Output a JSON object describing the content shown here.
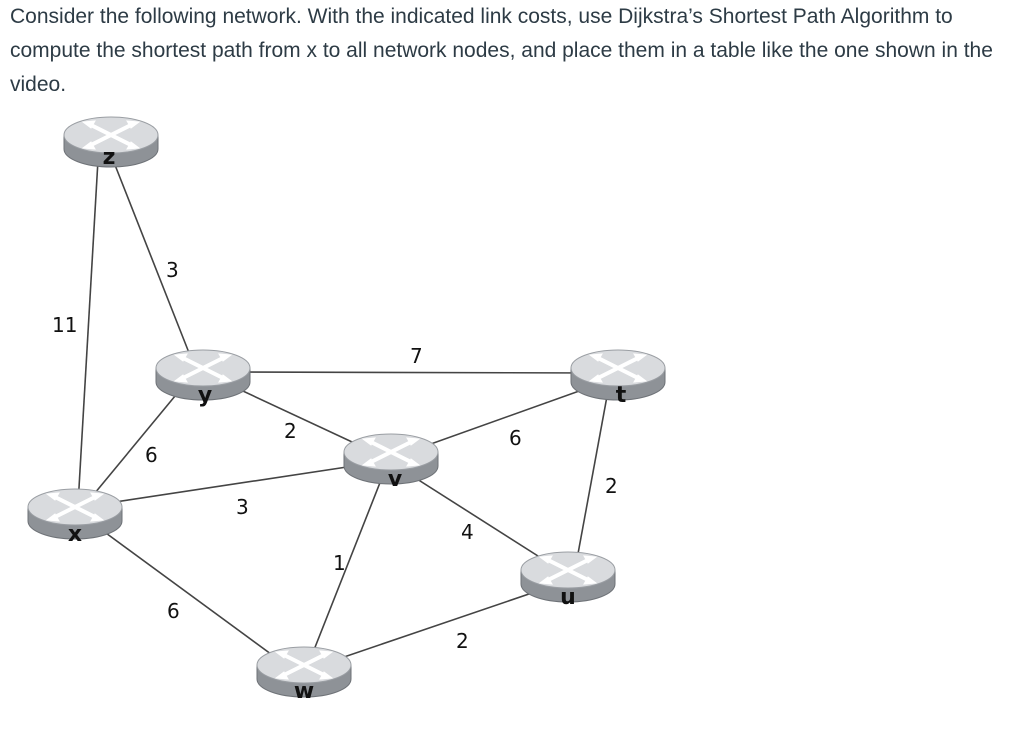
{
  "question": {
    "text": "Consider the following network. With the indicated link costs, use Dijkstra’s Shortest Path Algorithm to compute the shortest path from x to all network nodes, and place them in a table like the one shown in the video."
  },
  "diagram": {
    "nodes": [
      {
        "id": "z",
        "label": "z"
      },
      {
        "id": "y",
        "label": "y"
      },
      {
        "id": "x",
        "label": "x"
      },
      {
        "id": "v",
        "label": "v"
      },
      {
        "id": "t",
        "label": "t"
      },
      {
        "id": "u",
        "label": "u"
      },
      {
        "id": "w",
        "label": "w"
      }
    ],
    "edges": [
      {
        "from": "z",
        "to": "x",
        "cost": "11"
      },
      {
        "from": "z",
        "to": "y",
        "cost": "3"
      },
      {
        "from": "y",
        "to": "t",
        "cost": "7"
      },
      {
        "from": "y",
        "to": "x",
        "cost": "6"
      },
      {
        "from": "y",
        "to": "v",
        "cost": "2"
      },
      {
        "from": "x",
        "to": "v",
        "cost": "3"
      },
      {
        "from": "x",
        "to": "w",
        "cost": "6"
      },
      {
        "from": "v",
        "to": "t",
        "cost": "6"
      },
      {
        "from": "v",
        "to": "u",
        "cost": "4"
      },
      {
        "from": "v",
        "to": "w",
        "cost": "1"
      },
      {
        "from": "t",
        "to": "u",
        "cost": "2"
      },
      {
        "from": "w",
        "to": "u",
        "cost": "2"
      }
    ],
    "colors": {
      "router_top": "#d9dbde",
      "router_side": "#8e9297",
      "router_mark": "#ffffff",
      "edge": "#444444",
      "text": "#2d3b45"
    }
  }
}
